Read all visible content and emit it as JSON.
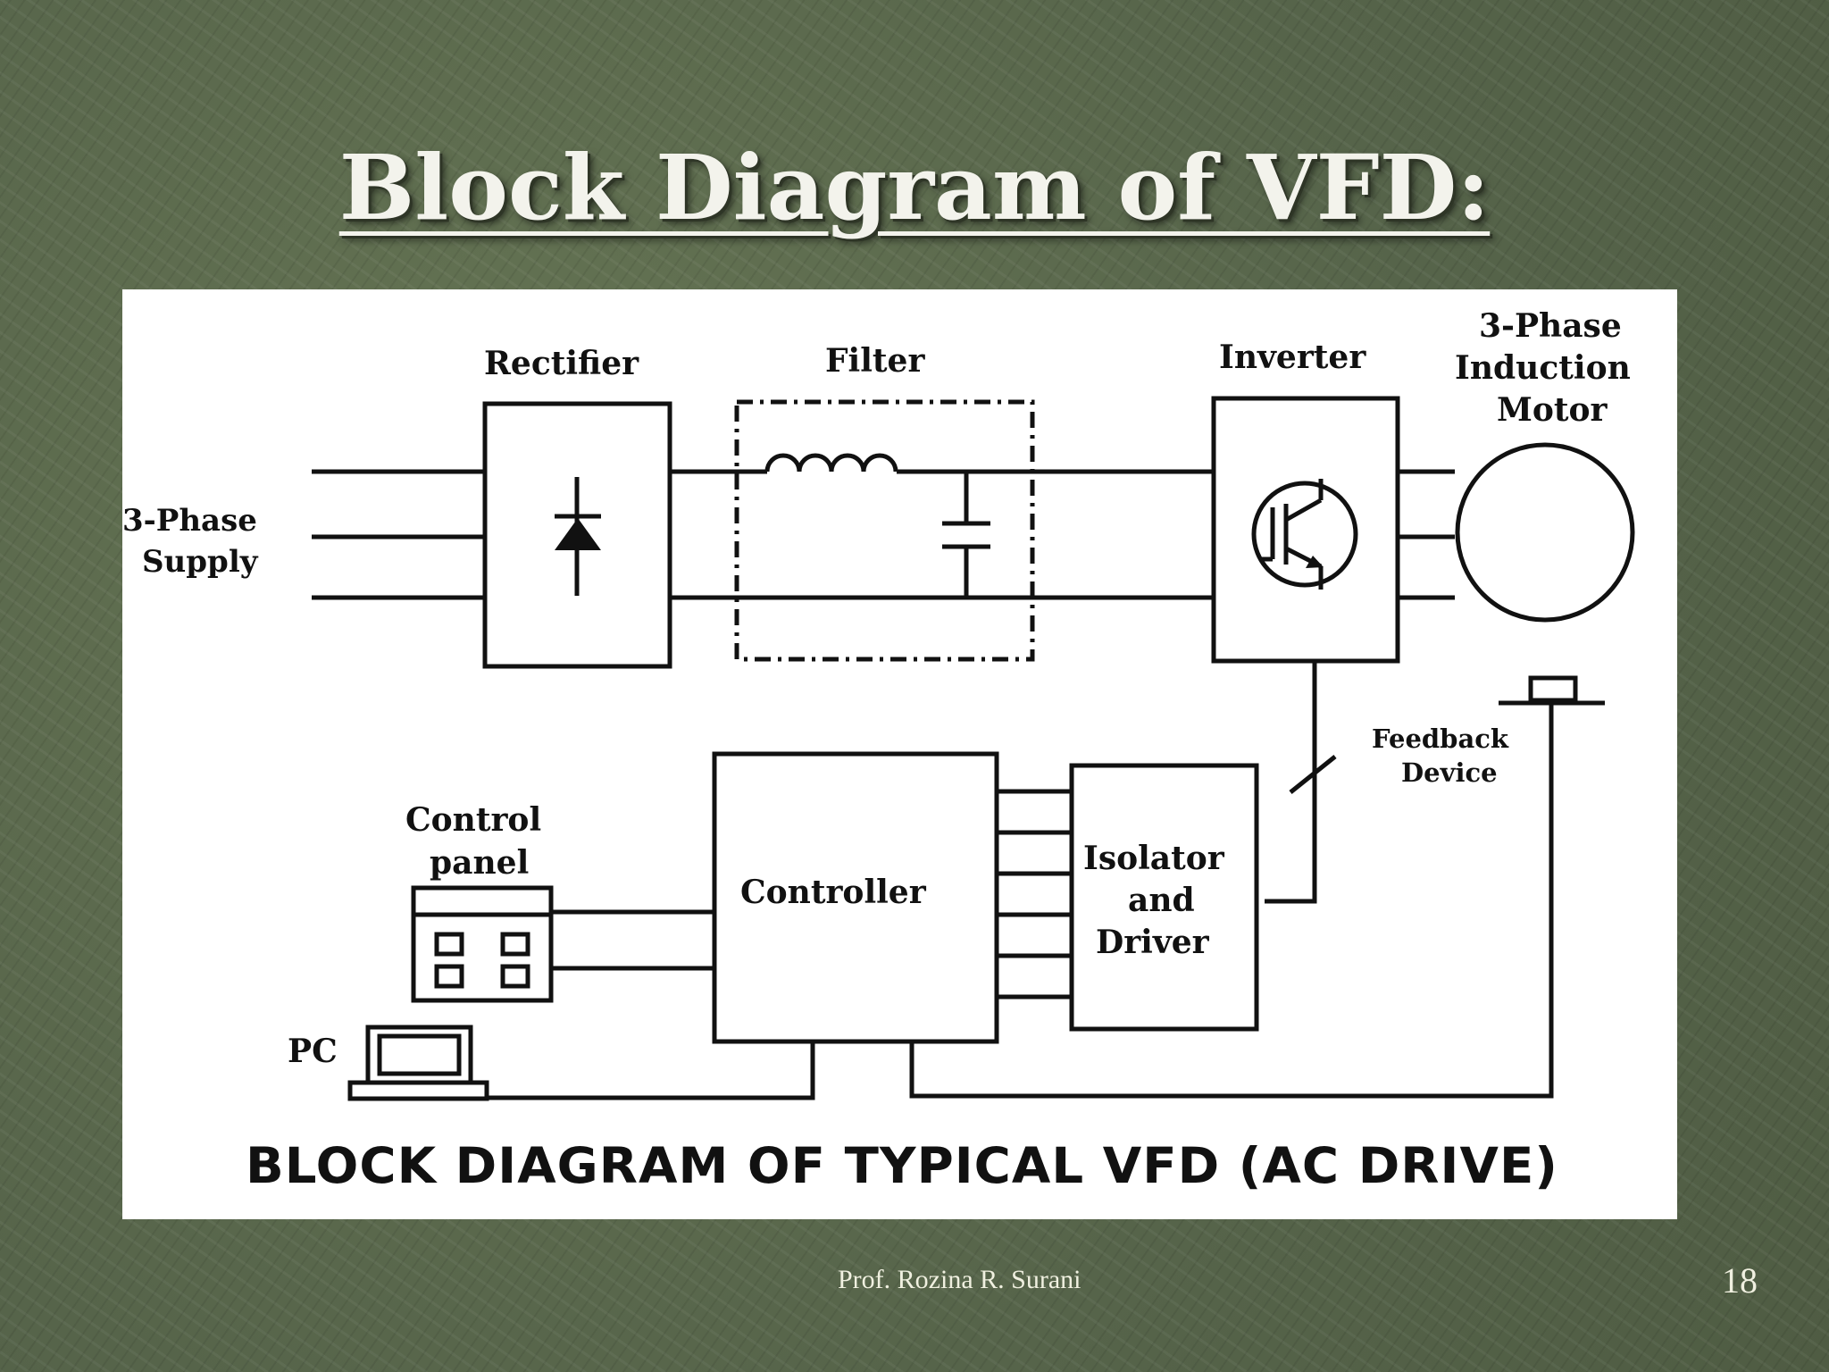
{
  "slide": {
    "title": "Block Diagram of VFD:",
    "footer_author": "Prof. Rozina R. Surani",
    "page_number": "18"
  },
  "diagram": {
    "supply_label_line1": "3-Phase",
    "supply_label_line2": "Supply",
    "rectifier_label": "Rectifier",
    "filter_label": "Filter",
    "inverter_label": "Inverter",
    "motor_label_line1": "3-Phase",
    "motor_label_line2": "Induction",
    "motor_label_line3": "Motor",
    "feedback_label_line1": "Feedback",
    "feedback_label_line2": "Device",
    "control_panel_label_line1": "Control",
    "control_panel_label_line2": "panel",
    "controller_label": "Controller",
    "isolator_label_line1": "Isolator",
    "isolator_label_line2": "and",
    "isolator_label_line3": "Driver",
    "pc_label": "PC",
    "caption": "BLOCK DIAGRAM OF TYPICAL VFD (AC DRIVE)"
  }
}
